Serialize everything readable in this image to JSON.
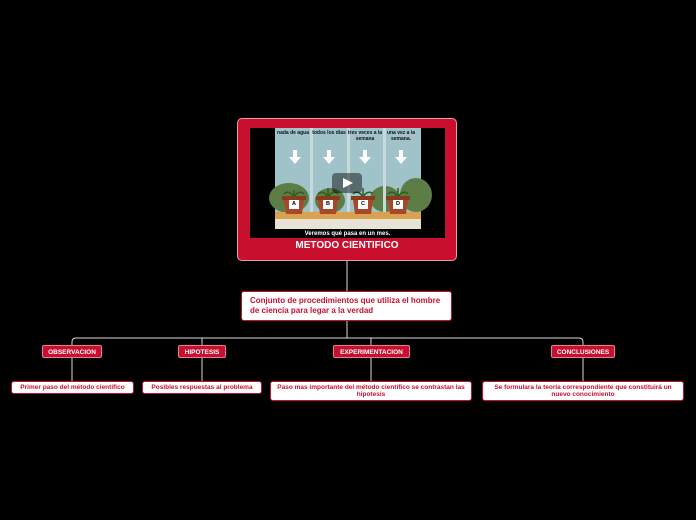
{
  "root": {
    "title": "METODO CIENTIFICO",
    "video": {
      "columns": [
        "nada de agua",
        "todos los días",
        "tres veces a la semana",
        "una vez a la semana."
      ],
      "pots": [
        "A",
        "B",
        "C",
        "D"
      ],
      "caption": "Veremos qué pasa en un mes."
    }
  },
  "description": "Conjunto de procedimientos que utiliza  el hombre de ciencia para legar a la verdad",
  "branches": [
    {
      "label": "OBSERVACION",
      "leaf": "Primer paso del método científico"
    },
    {
      "label": "HIPOTESIS",
      "leaf": "Posibles respuestas al problema"
    },
    {
      "label": "EXPERIMENTACION",
      "leaf": "Paso mas importante del método científico se contrastan las hipotesis"
    },
    {
      "label": "CONCLUSIONES",
      "leaf": "Se formulara la teoría correspondiente que constituirá un nuevo conocimiento"
    }
  ],
  "colors": {
    "accent": "#c8102e",
    "background": "#000000",
    "connector": "#ffffff"
  },
  "icons": {
    "play": "play-icon",
    "arrow": "arrow-down-icon"
  }
}
